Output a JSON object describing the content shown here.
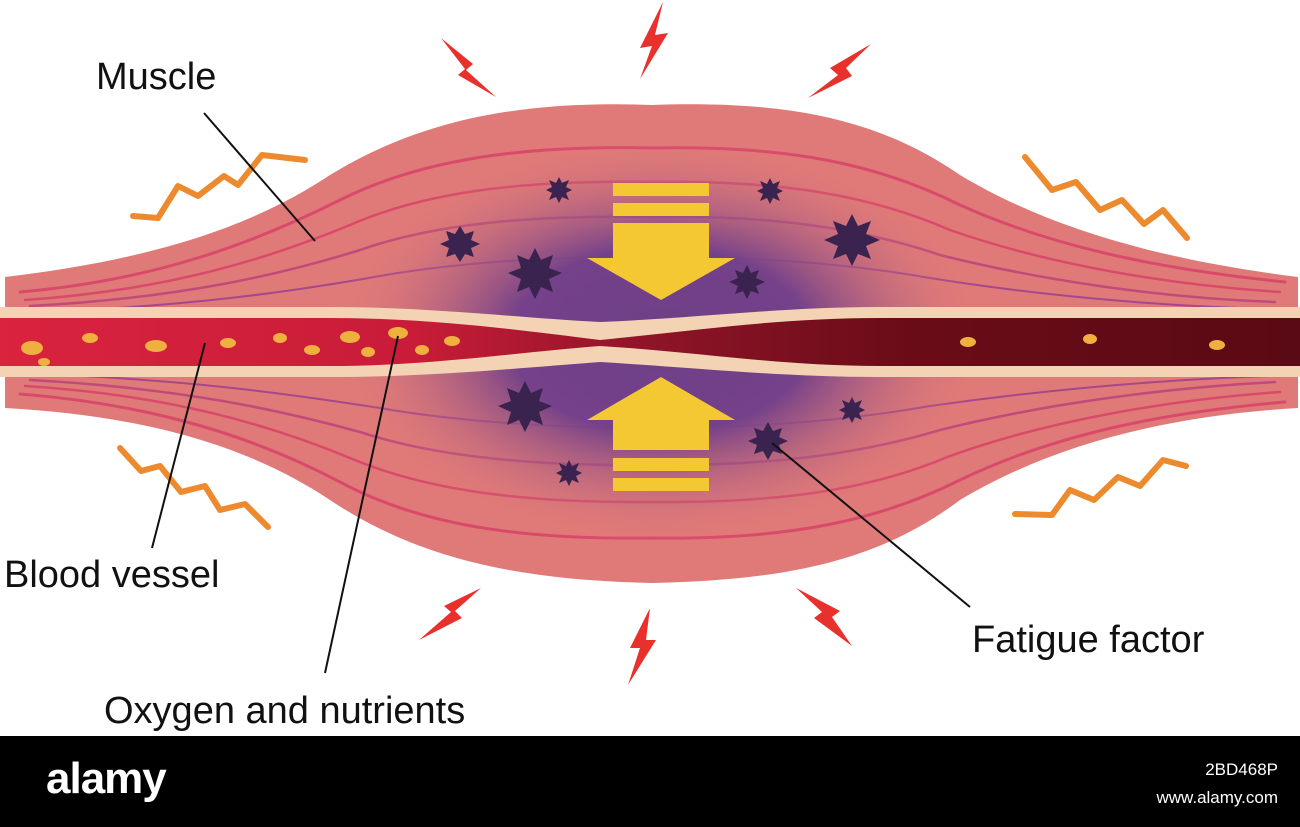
{
  "labels": {
    "muscle": "Muscle",
    "blood_vessel": "Blood vessel",
    "oxygen": "Oxygen and nutrients",
    "fatigue": "Fatigue factor"
  },
  "footer": {
    "brand": "alamy",
    "image_id": "2BD468P",
    "site": "www.alamy.com"
  },
  "colors": {
    "muscle_outer": "#e07a78",
    "muscle_fiber": "#d94a6a",
    "compressed_core": "#6e3f86",
    "vessel_wall": "#f3d3b3",
    "blood_bright": "#d9233f",
    "blood_dark": "#6a0c18",
    "nutrient": "#f0b040",
    "fatigue_particle": "#3b234f",
    "pressure_arrow": "#f3c833",
    "spark": "#e8302c",
    "tension_wave": "#ee8a2e"
  }
}
